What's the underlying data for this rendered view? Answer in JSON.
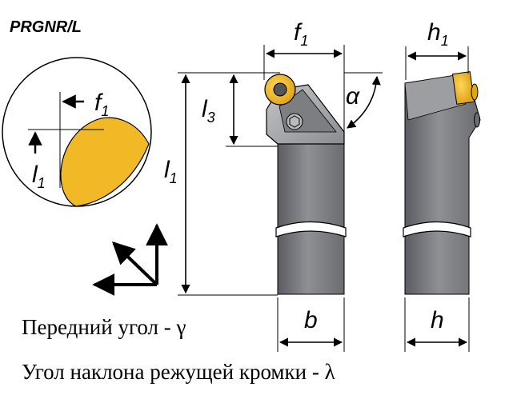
{
  "title": "PRGNR/L",
  "colors": {
    "insert": "#f2b927",
    "holder_light": "#a8aaad",
    "holder_dark": "#5e6065",
    "holder_mid": "#8a8c90",
    "line": "#000000"
  },
  "detail_view": {
    "f_label": "f",
    "f_sub": "1",
    "l_label": "l",
    "l_sub": "1"
  },
  "dimensions": {
    "f1": {
      "main": "f",
      "sub": "1"
    },
    "h1": {
      "main": "h",
      "sub": "1"
    },
    "l1": {
      "main": "l",
      "sub": "1"
    },
    "l3": {
      "main": "l",
      "sub": "3"
    },
    "alpha": "α",
    "b": "b",
    "h": "h"
  },
  "captions": {
    "rake_angle": "Передний угол - γ",
    "inclination_angle": "Угол наклона режущей кромки - λ"
  }
}
